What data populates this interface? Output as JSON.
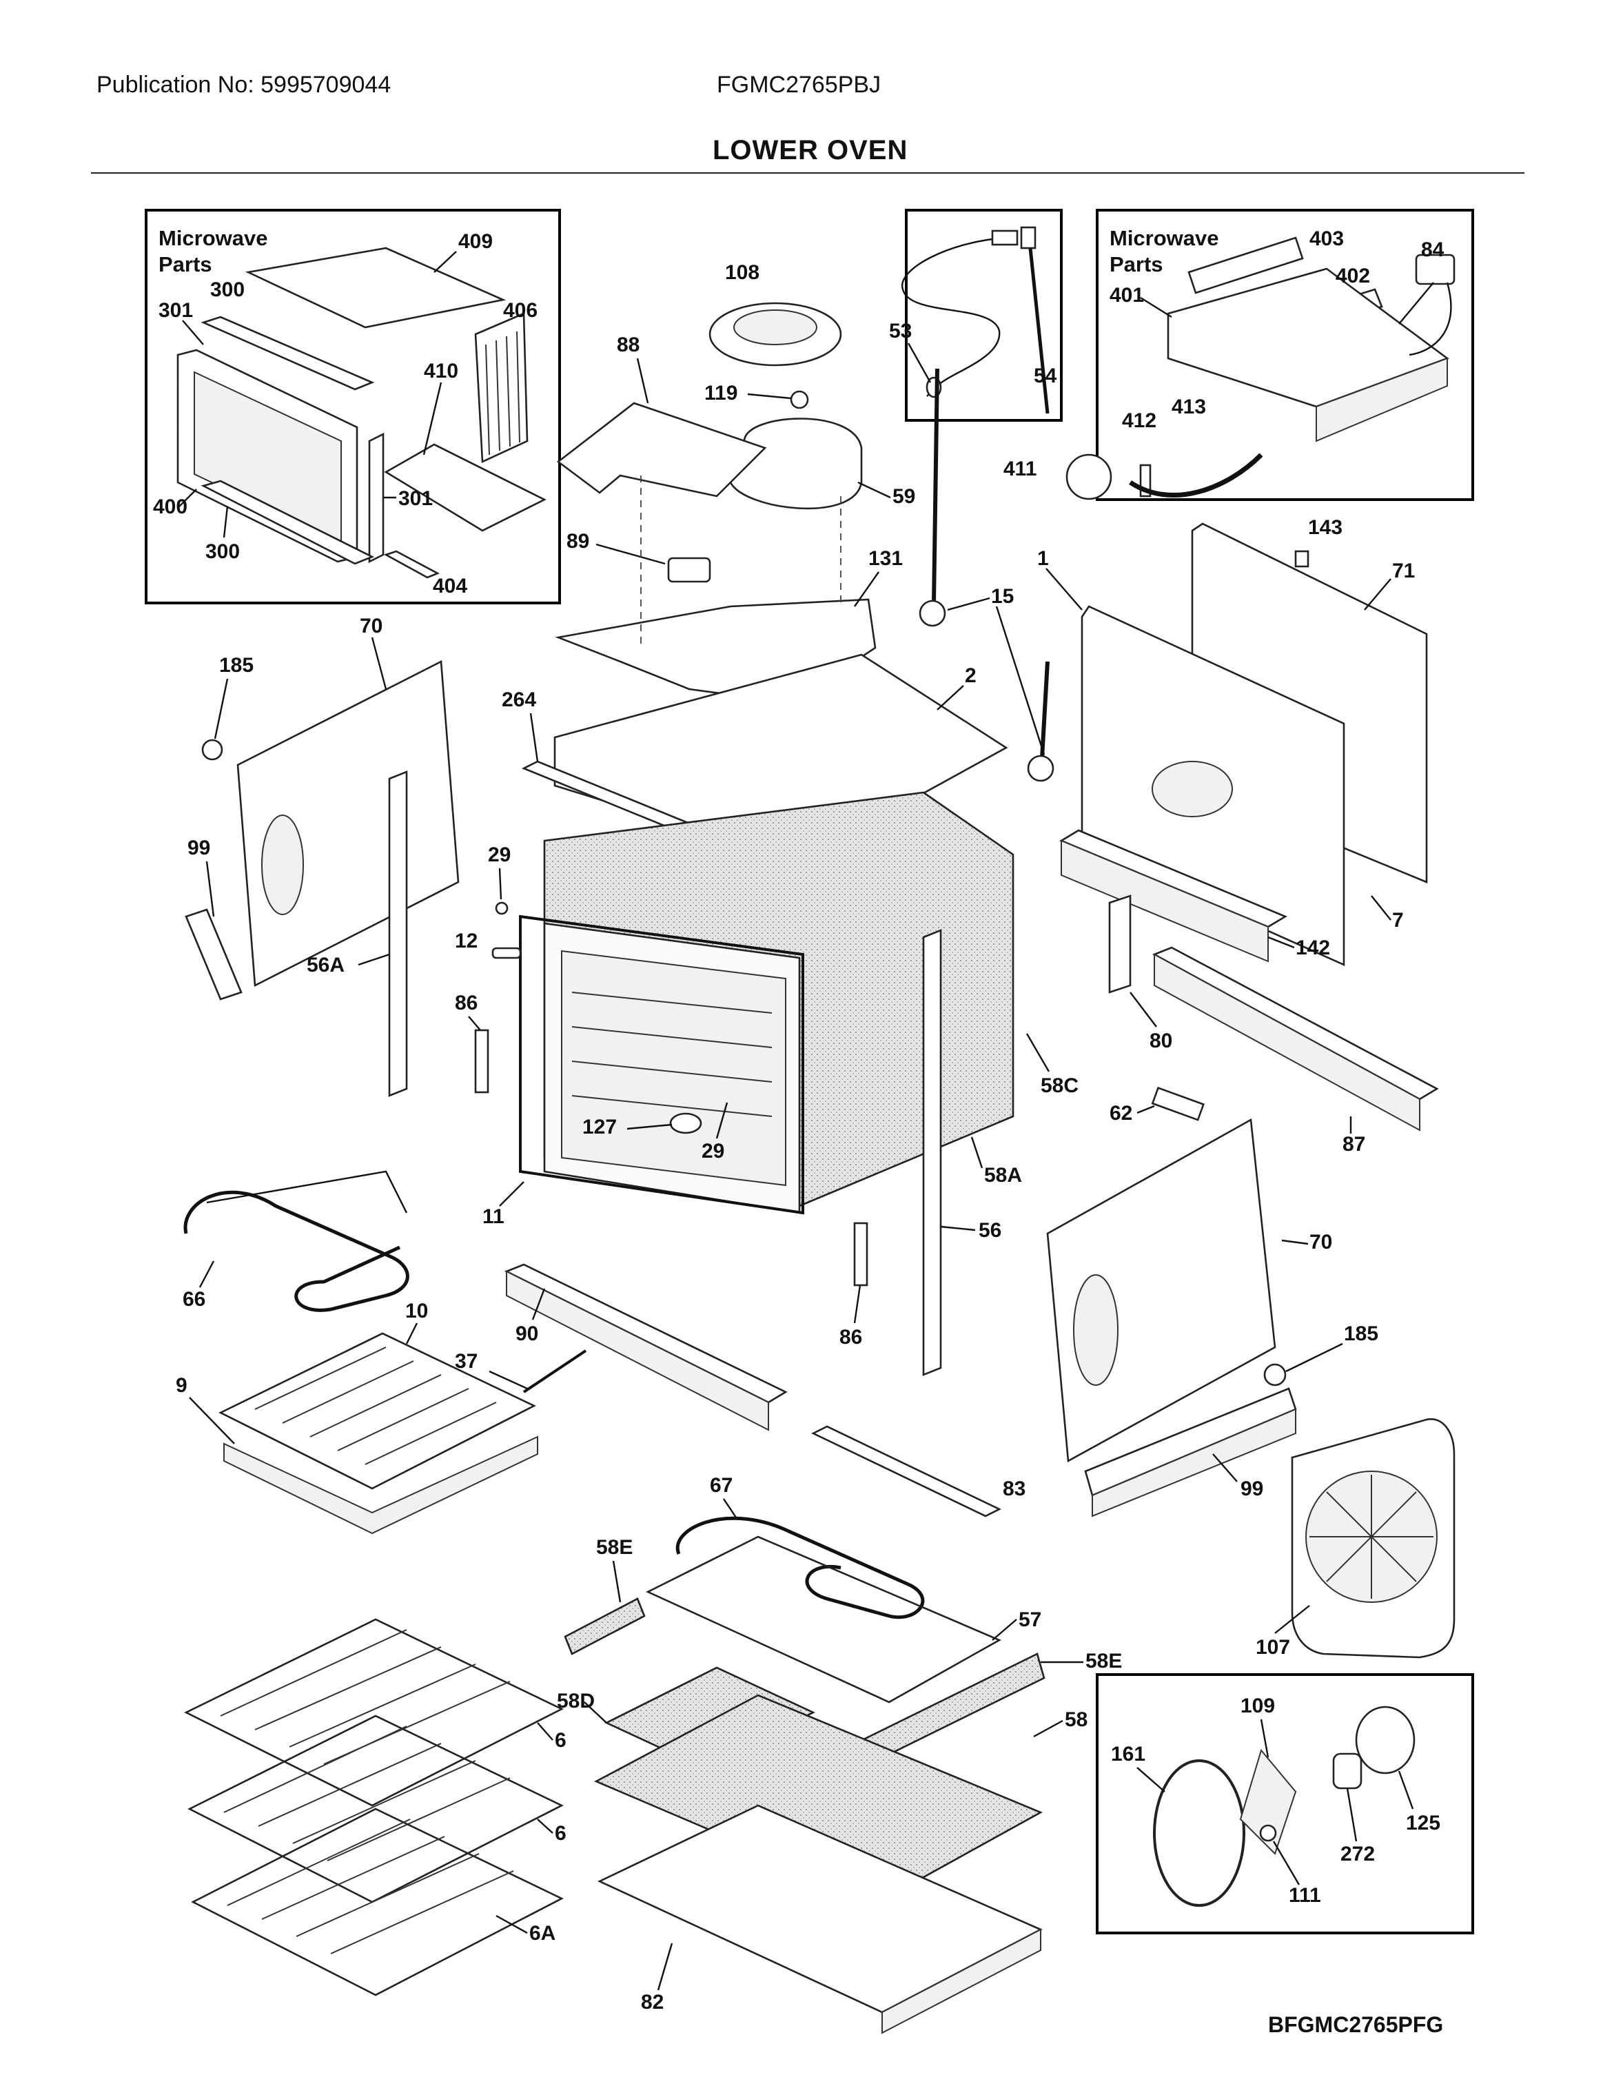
{
  "header": {
    "publication": "Publication No: 5995709044",
    "model": "FGMC2765PBJ",
    "title": "LOWER OVEN",
    "drawing_code": "BFGMC2765PFG"
  },
  "insets": {
    "microwave_left": {
      "line1": "Microwave",
      "line2": "Parts"
    },
    "microwave_right": {
      "line1": "Microwave",
      "line2": "Parts"
    }
  },
  "labels": {
    "409": "409",
    "300a": "300",
    "301a": "301",
    "406": "406",
    "410": "410",
    "301b": "301",
    "400": "400",
    "300b": "300",
    "404": "404",
    "108": "108",
    "88": "88",
    "119": "119",
    "59": "59",
    "89": "89",
    "131": "131",
    "53": "53",
    "54": "54",
    "403": "403",
    "84": "84",
    "402": "402",
    "401": "401",
    "412": "412",
    "413": "413",
    "411": "411",
    "143": "143",
    "71": "71",
    "1": "1",
    "15": "15",
    "2": "2",
    "264": "264",
    "185a": "185",
    "70a": "70",
    "99a": "99",
    "56A": "56A",
    "29a": "29",
    "12": "12",
    "86a": "86",
    "127": "127",
    "29b": "29",
    "7": "7",
    "142": "142",
    "80": "80",
    "58C": "58C",
    "62": "62",
    "87": "87",
    "58A": "58A",
    "11": "11",
    "56": "56",
    "70b": "70",
    "66": "66",
    "10": "10",
    "90": "90",
    "86b": "86",
    "185b": "185",
    "37": "37",
    "9": "9",
    "99b": "99",
    "83": "83",
    "67": "67",
    "58E1": "58E",
    "107": "107",
    "57": "57",
    "58E2": "58E",
    "58D": "58D",
    "6a": "6",
    "58": "58",
    "6b": "6",
    "6A": "6A",
    "82": "82",
    "109": "109",
    "161": "161",
    "125": "125",
    "272": "272",
    "111": "111"
  }
}
